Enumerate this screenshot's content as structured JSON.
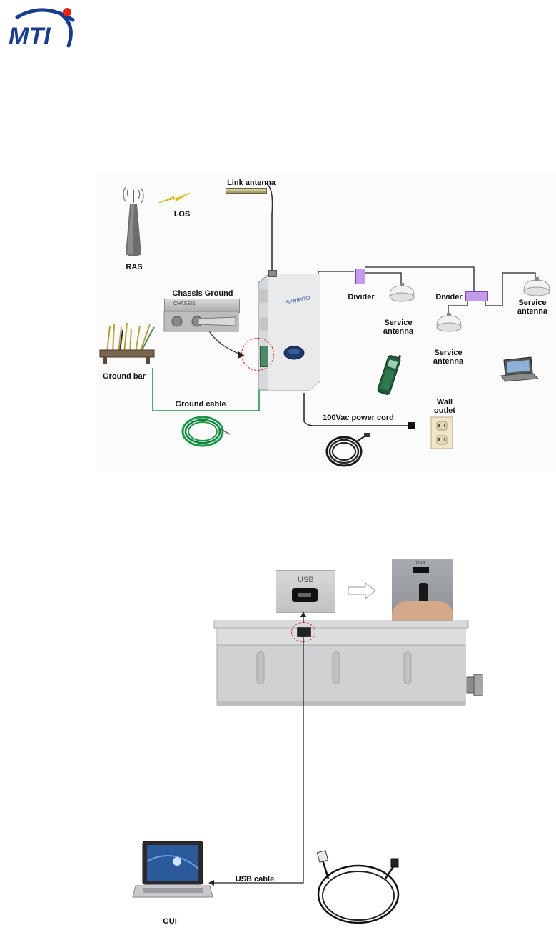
{
  "logo": {
    "text": "MTI",
    "accent_color": "#e2231a",
    "brand_color": "#1a3c8e"
  },
  "diagram1": {
    "labels": {
      "link_antenna": "Link antenna",
      "los": "LOS",
      "ras": "RAS",
      "chassis_ground": "Chassis Ground",
      "chassis_plate": "CHASSIS",
      "ground_bar": "Ground bar",
      "ground_cable": "Ground cable",
      "divider_1": "Divider",
      "divider_2": "Divider",
      "service_antenna_1": "Service antenna",
      "service_antenna_2": "Service antenna",
      "service_antenna_3": "Service antenna",
      "power_cord": "100Vac power cord",
      "wall_outlet": "Wall outlet"
    },
    "colors": {
      "ground_wire": "#1a9a4a",
      "divider": "#b98ae0",
      "highlight": "#e2231a"
    }
  },
  "diagram2": {
    "labels": {
      "usb_port": "USB",
      "usb_small": "USB",
      "usb_cable": "USB cable",
      "gui": "GUI"
    }
  }
}
